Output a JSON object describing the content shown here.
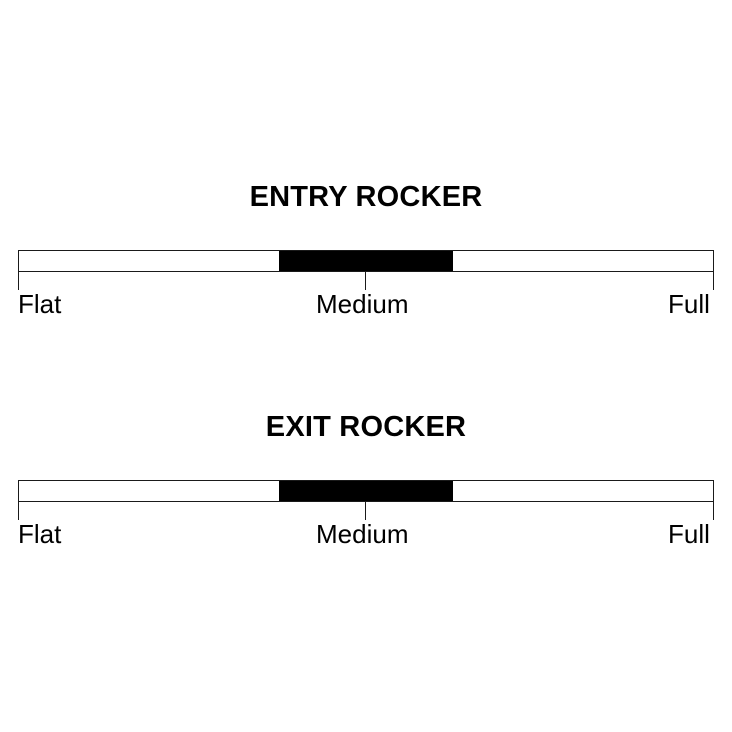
{
  "colors": {
    "background": "#ffffff",
    "fill": "#000000",
    "outline": "#1a1a1a"
  },
  "scales": [
    {
      "title": "ENTRY ROCKER",
      "range_start": 0.375,
      "range_end": 0.625,
      "labels": {
        "left": "Flat",
        "middle": "Medium",
        "right": "Full"
      }
    },
    {
      "title": "EXIT ROCKER",
      "range_start": 0.375,
      "range_end": 0.625,
      "labels": {
        "left": "Flat",
        "middle": "Medium",
        "right": "Full"
      }
    }
  ]
}
